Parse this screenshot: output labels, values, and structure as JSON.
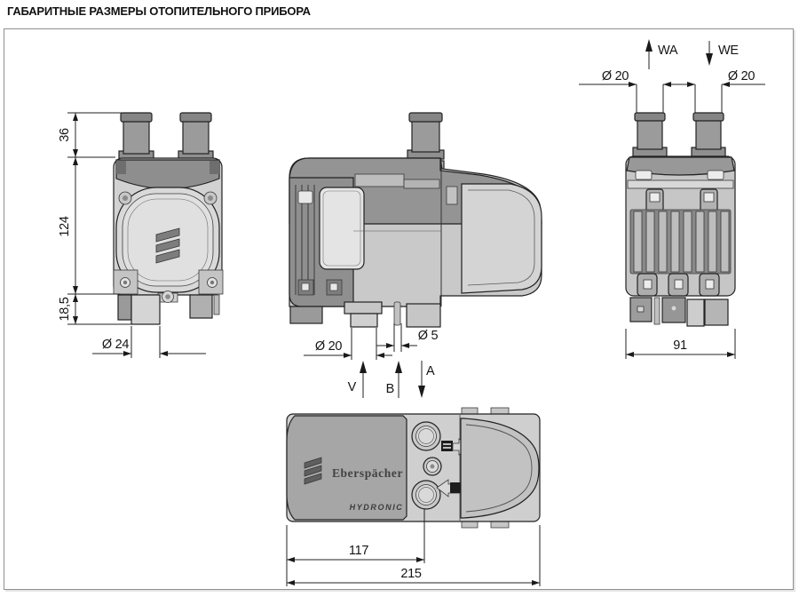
{
  "title": "ГАБАРИТНЫЕ РАЗМЕРЫ ОТОПИТЕЛЬНОГО ПРИБОРА",
  "front_view": {
    "dim_top_height": "36",
    "dim_body_height": "124",
    "dim_bottom_height": "18,5",
    "dim_port_diameter": "Ø 24"
  },
  "side_view": {
    "dim_exhaust_diameter": "Ø 20",
    "dim_fuel_diameter": "Ø 5",
    "label_combustion_air": "V",
    "label_fuel": "B",
    "label_exhaust": "A"
  },
  "rear_view": {
    "label_water_outlet": "WA",
    "label_water_inlet": "WE",
    "dim_left_port_diameter": "Ø 20",
    "dim_right_port_diameter": "Ø 20",
    "dim_width": "91"
  },
  "top_view": {
    "brand": "Eberspächer",
    "model": "HYDRONIC",
    "dim_partial_length": "117",
    "dim_total_length": "215"
  },
  "colors": {
    "line": "#222222",
    "body_light": "#d6d6d6",
    "body_medium": "#b5b5b5",
    "body_dark": "#8e8e8e"
  }
}
